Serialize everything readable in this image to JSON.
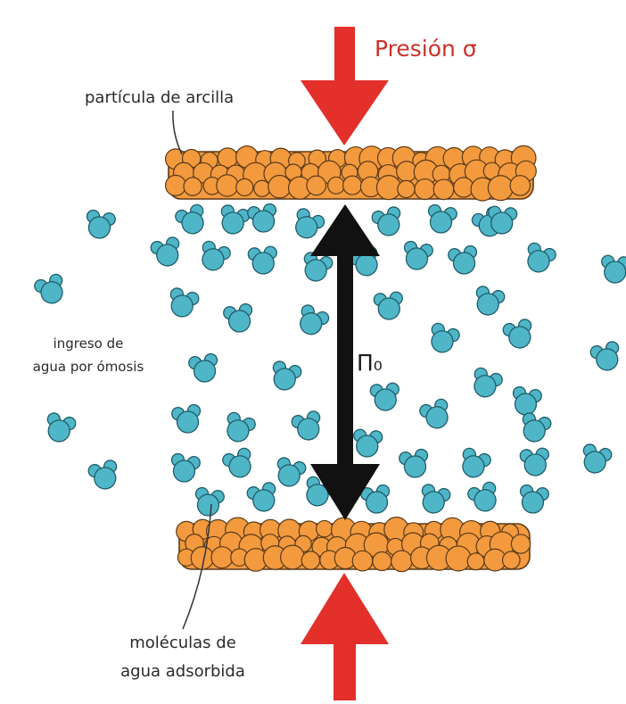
{
  "labels": {
    "pressure": "Presión σ",
    "clay_particle": "partícula de arcilla",
    "water_ingress_line1": "ingreso de",
    "water_ingress_line2": "agua por ómosis",
    "distance_symbol": "Π₀",
    "adsorbed_water_line1": "moléculas de",
    "adsorbed_water_line2": "agua adsorbida"
  },
  "colors": {
    "clay": "#f39a3e",
    "clay_outline": "#5a3a1a",
    "water": "#4fb6c8",
    "water_outline": "#1f5d6a",
    "pressure_arrow": "#e3302a",
    "distance_arrow": "#111111"
  },
  "icons": {
    "pressure_arrows": "down-arrow-icon / up-arrow-icon",
    "distance_arrow": "double-headed-arrow-icon",
    "water_molecule": "water-molecule-icon",
    "clay_grain": "clay-grain-icon"
  }
}
